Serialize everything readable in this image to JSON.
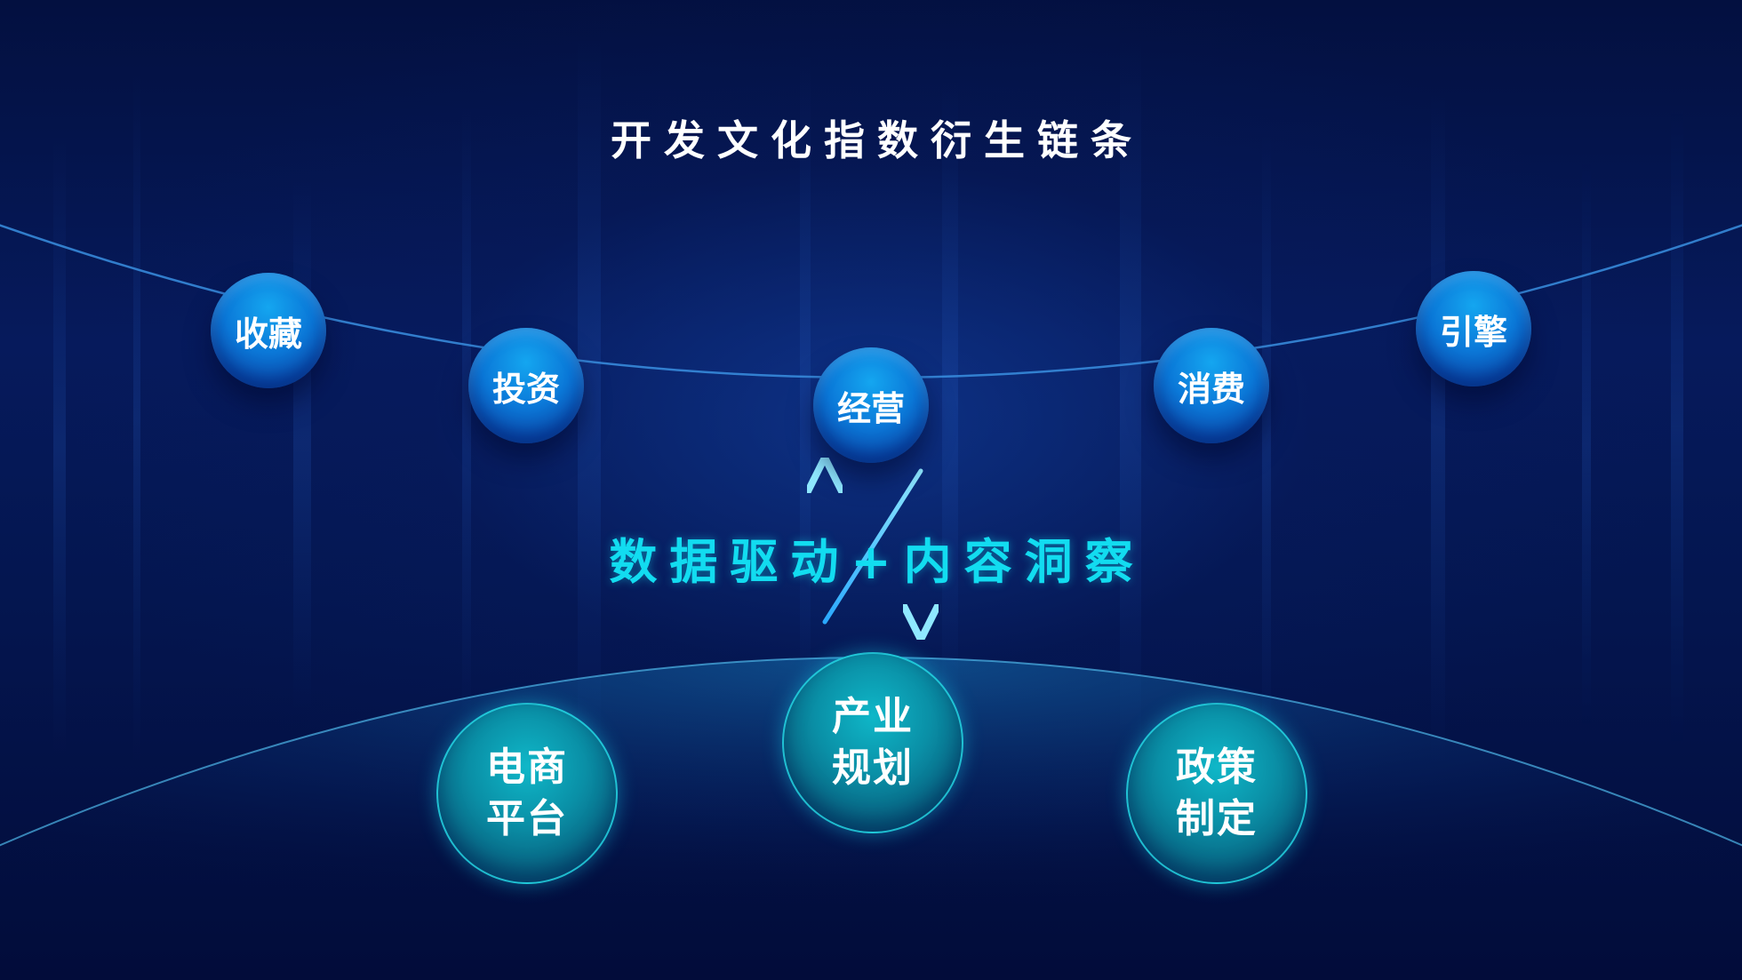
{
  "title": "开发文化指数衍生链条",
  "center_text": "数据驱动+内容洞察",
  "chain_nodes": [
    {
      "label": "收藏"
    },
    {
      "label": "投资"
    },
    {
      "label": "经营"
    },
    {
      "label": "消费"
    },
    {
      "label": "引擎"
    }
  ],
  "base_nodes": [
    {
      "label": "电商平台"
    },
    {
      "label": "产业规划"
    },
    {
      "label": "政策制定"
    }
  ],
  "colors": {
    "background": "#031040",
    "chain_node": "#0b78d8",
    "base_node": "#0a8fa6",
    "accent_text": "#12dcf0",
    "arrow": "#5fd0ff"
  }
}
